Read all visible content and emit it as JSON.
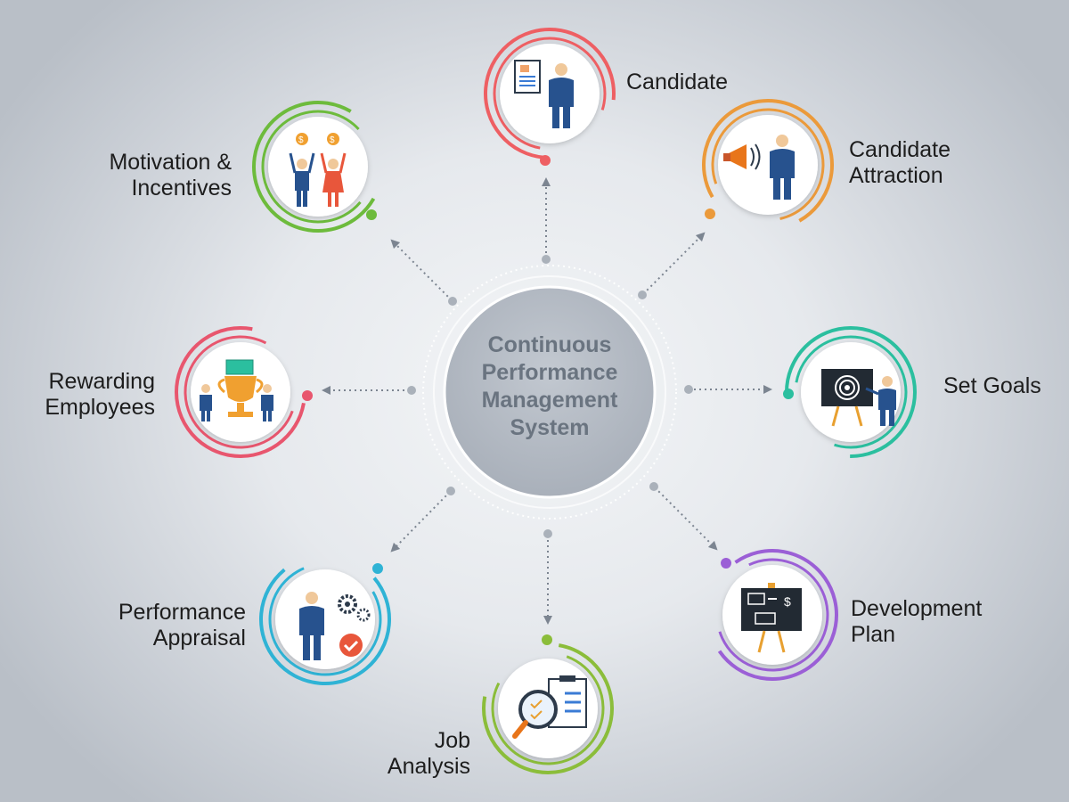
{
  "center": {
    "line1": "Continuous",
    "line2": "Performance",
    "line3": "Management",
    "line4": "System"
  },
  "nodes": {
    "candidate": {
      "line1": "Candidate",
      "color": "#ee5f63",
      "icon": "resume-person-icon"
    },
    "candidate_attraction": {
      "line1": "Candidate",
      "line2": "Attraction",
      "color": "#eb9a3b",
      "icon": "megaphone-person-icon"
    },
    "set_goals": {
      "line1": "Set Goals",
      "color": "#2bbf9f",
      "icon": "target-board-person-icon"
    },
    "development_plan": {
      "line1": "Development",
      "line2": "Plan",
      "color": "#9b5fd6",
      "icon": "plan-board-icon"
    },
    "job_analysis": {
      "line1": "Job",
      "line2": "Analysis",
      "color": "#8bbd3a",
      "icon": "magnifier-checklist-icon"
    },
    "performance_appraisal": {
      "line1": "Performance",
      "line2": "Appraisal",
      "color": "#2fb3d5",
      "icon": "person-gears-check-icon"
    },
    "rewarding_employees": {
      "line1": "Rewarding",
      "line2": "Employees",
      "color": "#e8566e",
      "icon": "trophy-people-icon"
    },
    "motivation_incentives": {
      "line1": "Motivation &",
      "line2": "Incentives",
      "color": "#6dbb3c",
      "icon": "people-coins-icon"
    }
  }
}
